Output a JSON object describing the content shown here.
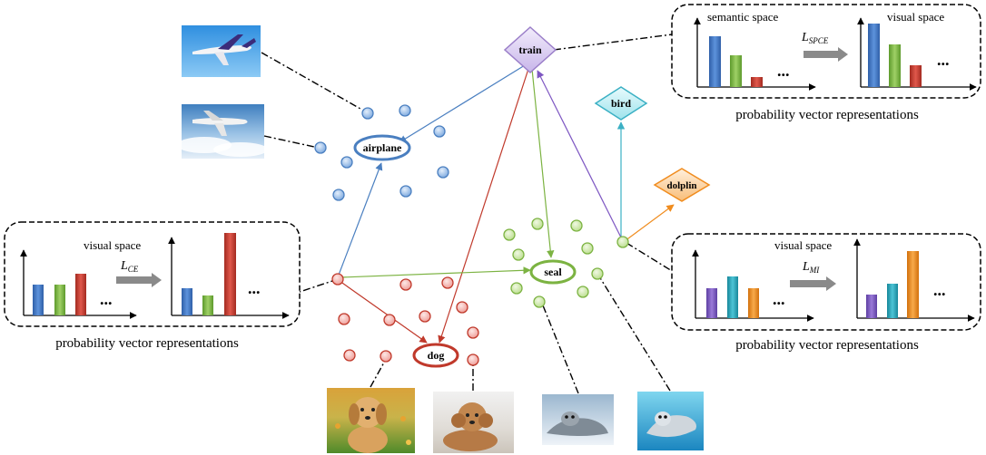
{
  "nodes": {
    "train": "train",
    "airplane": "airplane",
    "bird": "bird",
    "dolplin": "dolplin",
    "seal": "seal",
    "dog": "dog"
  },
  "panels": {
    "top_right": {
      "left_title": "semantic space",
      "right_title": "visual space",
      "loss_main": "L",
      "loss_sub": "SPCE",
      "caption": "probability vector representations",
      "ellipsis": "..."
    },
    "left": {
      "left_title": "visual space",
      "loss_main": "L",
      "loss_sub": "CE",
      "caption": "probability vector representations",
      "ellipsis": "..."
    },
    "bottom_right": {
      "right_title": "visual space",
      "loss_main": "L",
      "loss_sub": "MI",
      "caption": "probability vector representations",
      "ellipsis": "..."
    }
  },
  "colors": {
    "airplane": "#4a7fc0",
    "dog": "#c0392b",
    "seal": "#7cb342",
    "bird": "#5bc0d0",
    "dolplin": "#f0a040",
    "train": "#9b7fc9",
    "bar_blue": "#3a6fbf",
    "bar_green": "#7cb342",
    "bar_red": "#c0392b",
    "bar_purple": "#7e57c2",
    "bar_teal": "#26a6b8",
    "bar_orange": "#f08c1e"
  },
  "icons": [
    "airplane-sky-photo",
    "airplane-clouds-photo",
    "puppy-grass-photo",
    "poodle-photo",
    "seal-ice-photo",
    "seal-underwater-photo"
  ]
}
